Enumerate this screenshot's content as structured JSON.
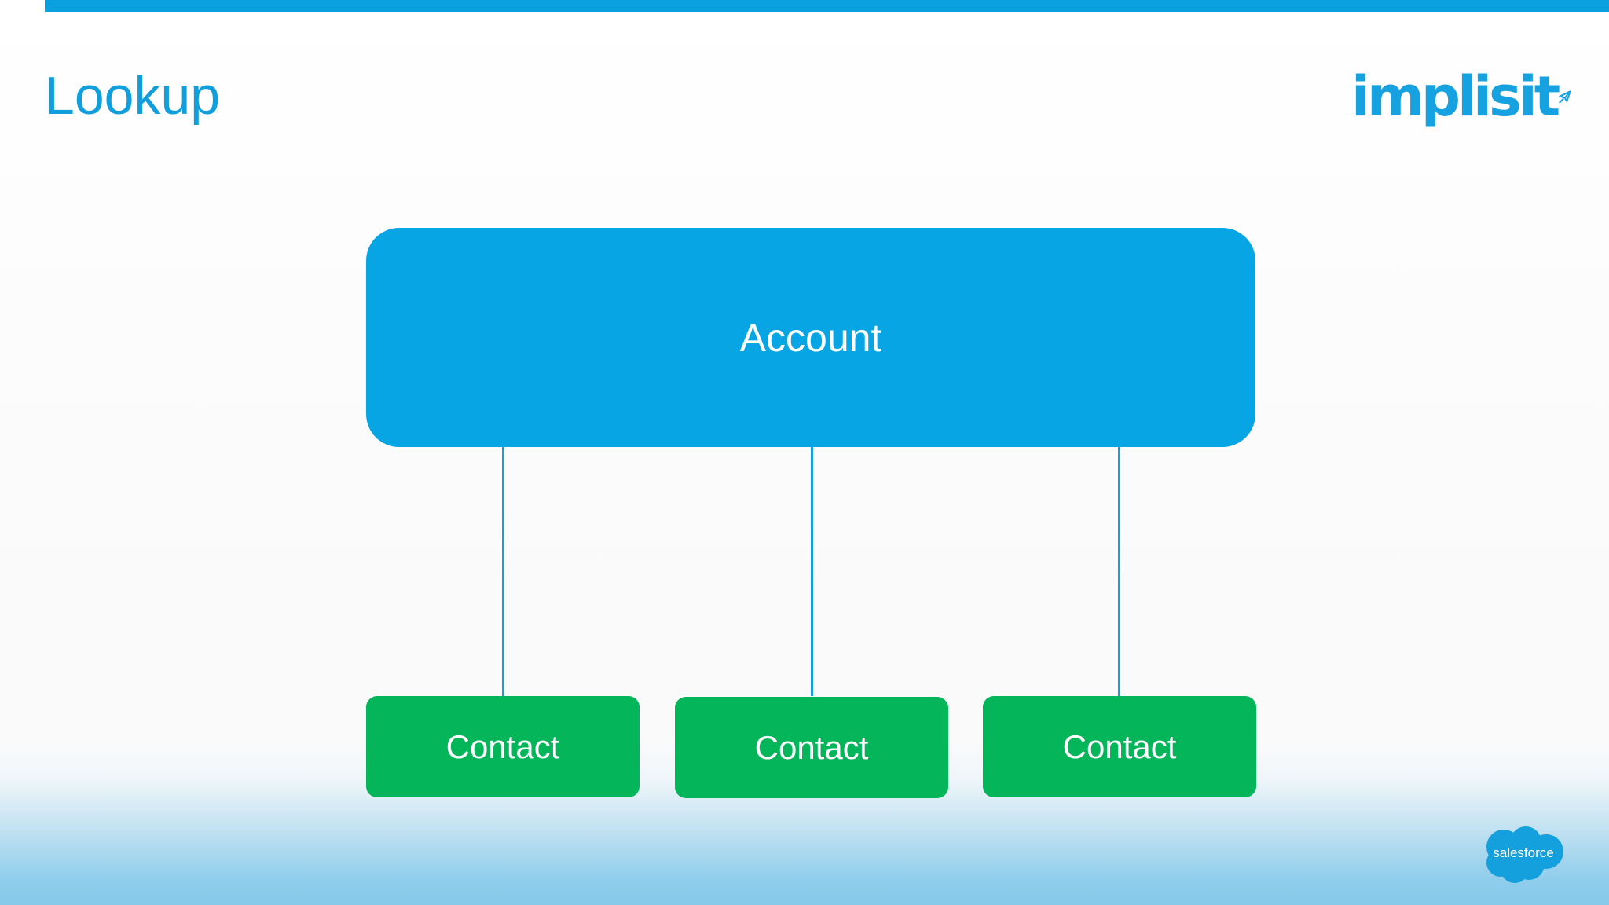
{
  "slide": {
    "title": "Lookup"
  },
  "brand": {
    "name": "implisit",
    "icon": "paper-plane-icon",
    "color": "#16a2e0"
  },
  "diagram": {
    "parent": {
      "label": "Account",
      "color": "#08a5e5"
    },
    "children": [
      {
        "label": "Contact",
        "color": "#05b55a"
      },
      {
        "label": "Contact",
        "color": "#05b55a"
      },
      {
        "label": "Contact",
        "color": "#05b55a"
      }
    ],
    "connector_color": "#1a9ed6"
  },
  "footer": {
    "logo_text": "salesforce",
    "logo_icon": "cloud-icon",
    "logo_color": "#13a0dc"
  },
  "colors": {
    "accent_bar": "#0aa0e0",
    "title": "#109fdc"
  }
}
